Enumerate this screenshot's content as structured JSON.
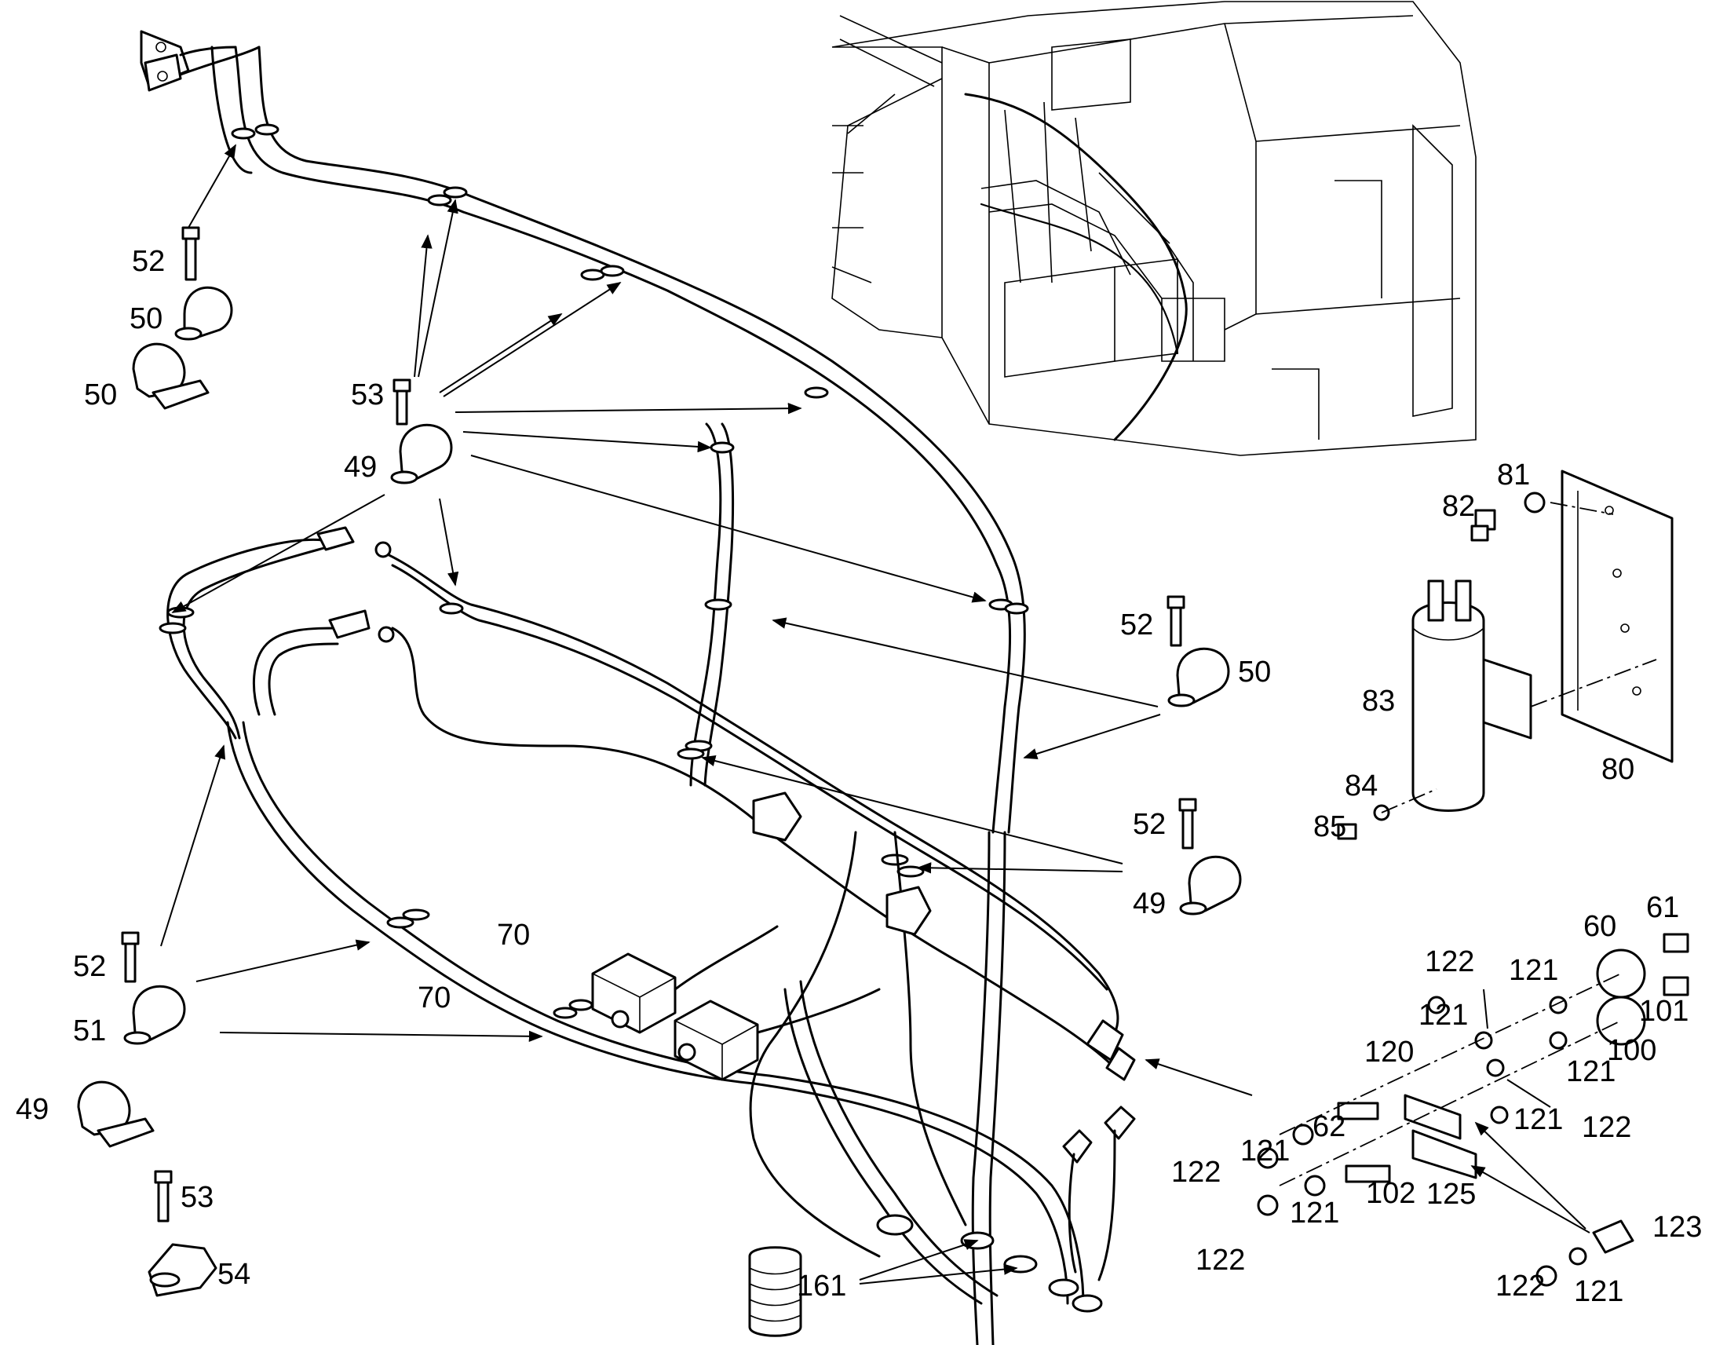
{
  "callouts": [
    {
      "id": "c52a",
      "label": "52"
    },
    {
      "id": "c50a",
      "label": "50"
    },
    {
      "id": "c50b",
      "label": "50"
    },
    {
      "id": "c53a",
      "label": "53"
    },
    {
      "id": "c49a",
      "label": "49"
    },
    {
      "id": "c52b",
      "label": "52"
    },
    {
      "id": "c50c",
      "label": "50"
    },
    {
      "id": "c52c",
      "label": "52"
    },
    {
      "id": "c49b",
      "label": "49"
    },
    {
      "id": "c70a",
      "label": "70"
    },
    {
      "id": "c70b",
      "label": "70"
    },
    {
      "id": "c52d",
      "label": "52"
    },
    {
      "id": "c51",
      "label": "51"
    },
    {
      "id": "c49c",
      "label": "49"
    },
    {
      "id": "c53b",
      "label": "53"
    },
    {
      "id": "c54",
      "label": "54"
    },
    {
      "id": "c161",
      "label": "161"
    },
    {
      "id": "c81",
      "label": "81"
    },
    {
      "id": "c82",
      "label": "82"
    },
    {
      "id": "c83",
      "label": "83"
    },
    {
      "id": "c80",
      "label": "80"
    },
    {
      "id": "c84",
      "label": "84"
    },
    {
      "id": "c85",
      "label": "85"
    },
    {
      "id": "c60",
      "label": "60"
    },
    {
      "id": "c61",
      "label": "61"
    },
    {
      "id": "c122a",
      "label": "122"
    },
    {
      "id": "c121a",
      "label": "121"
    },
    {
      "id": "c121b",
      "label": "121"
    },
    {
      "id": "c101",
      "label": "101"
    },
    {
      "id": "c120",
      "label": "120"
    },
    {
      "id": "c100",
      "label": "100"
    },
    {
      "id": "c121c",
      "label": "121"
    },
    {
      "id": "c62",
      "label": "62"
    },
    {
      "id": "c121d",
      "label": "121"
    },
    {
      "id": "c122b",
      "label": "122"
    },
    {
      "id": "c121e",
      "label": "121"
    },
    {
      "id": "c122c",
      "label": "122"
    },
    {
      "id": "c102",
      "label": "102"
    },
    {
      "id": "c125",
      "label": "125"
    },
    {
      "id": "c121f",
      "label": "121"
    },
    {
      "id": "c122d",
      "label": "122"
    },
    {
      "id": "c123",
      "label": "123"
    },
    {
      "id": "c122e",
      "label": "122"
    },
    {
      "id": "c121g",
      "label": "121"
    }
  ]
}
